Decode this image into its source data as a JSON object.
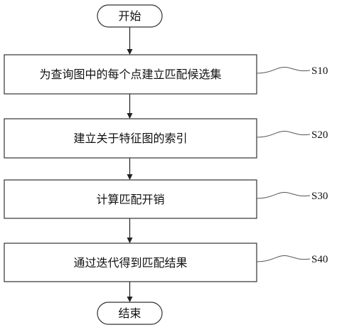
{
  "flowchart": {
    "start": "开始",
    "steps": [
      {
        "text": "为查询图中的每个点建立匹配候选集",
        "id": "S10"
      },
      {
        "text": "建立关于特征图的索引",
        "id": "S20"
      },
      {
        "text": "计算匹配开销",
        "id": "S30"
      },
      {
        "text": "通过迭代得到匹配结果",
        "id": "S40"
      }
    ],
    "end": "结束"
  }
}
